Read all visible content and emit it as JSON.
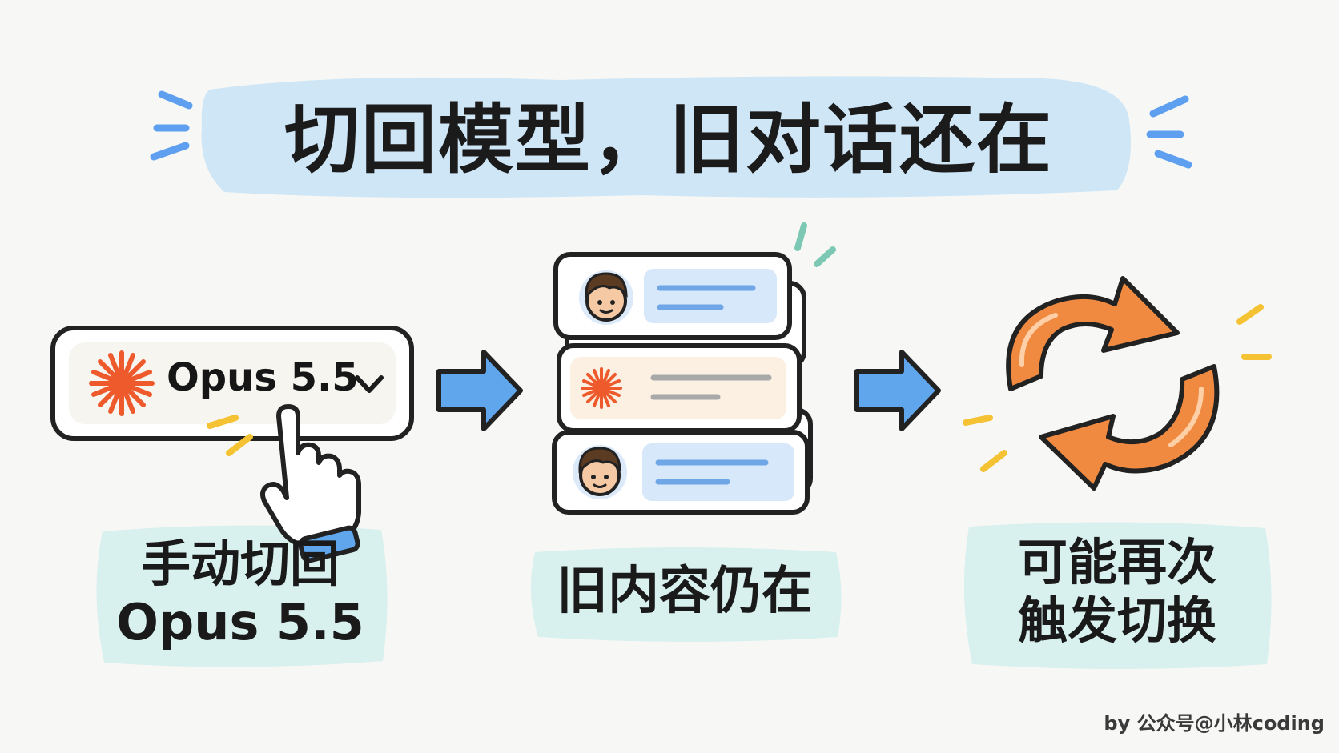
{
  "title": "切回模型，旧对话还在",
  "model_selector": {
    "label": "Opus 5.5"
  },
  "steps": [
    {
      "lines": [
        "手动切回",
        "Opus 5.5"
      ]
    },
    {
      "lines": [
        "旧内容仍在"
      ]
    },
    {
      "lines": [
        "可能再次",
        "触发切换"
      ]
    }
  ],
  "credit": "by 公众号@小林coding",
  "colors": {
    "background": "#f7f8f6",
    "title_highlight": "#cfe6f6",
    "caption_highlight": "#d8f0ee",
    "arrow_blue": "#5fa6ec",
    "refresh_orange": "#f08a40",
    "burst_orange": "#ee5a2c",
    "spark_yellow": "#f4c232",
    "spark_teal": "#7cc8b4",
    "outline": "#222222"
  },
  "icons": [
    "claude-burst-icon",
    "chevron-down-icon",
    "pointer-hand-icon",
    "arrow-right-icon",
    "user-avatar-icon",
    "refresh-cycle-icon"
  ]
}
